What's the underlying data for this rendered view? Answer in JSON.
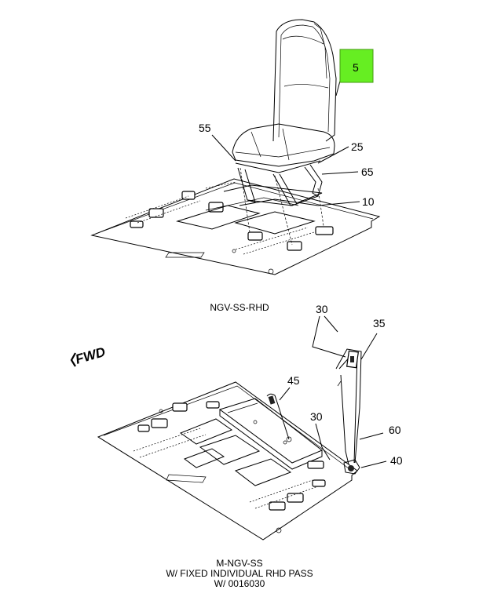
{
  "top_view": {
    "label": "NGV-SS-RHD",
    "callouts": {
      "c5": "5",
      "c55": "55",
      "c25": "25",
      "c65": "65",
      "c10": "10"
    },
    "highlight_color": "#66ee22"
  },
  "bottom_view": {
    "fwd": "FWD",
    "callouts": {
      "c30a": "30",
      "c35": "35",
      "c45": "45",
      "c30b": "30",
      "c60": "60",
      "c40": "40"
    },
    "caption_lines": [
      "M-NGV-SS",
      "W/ FIXED INDIVIDUAL RHD PASS",
      "W/ 0016030"
    ]
  }
}
